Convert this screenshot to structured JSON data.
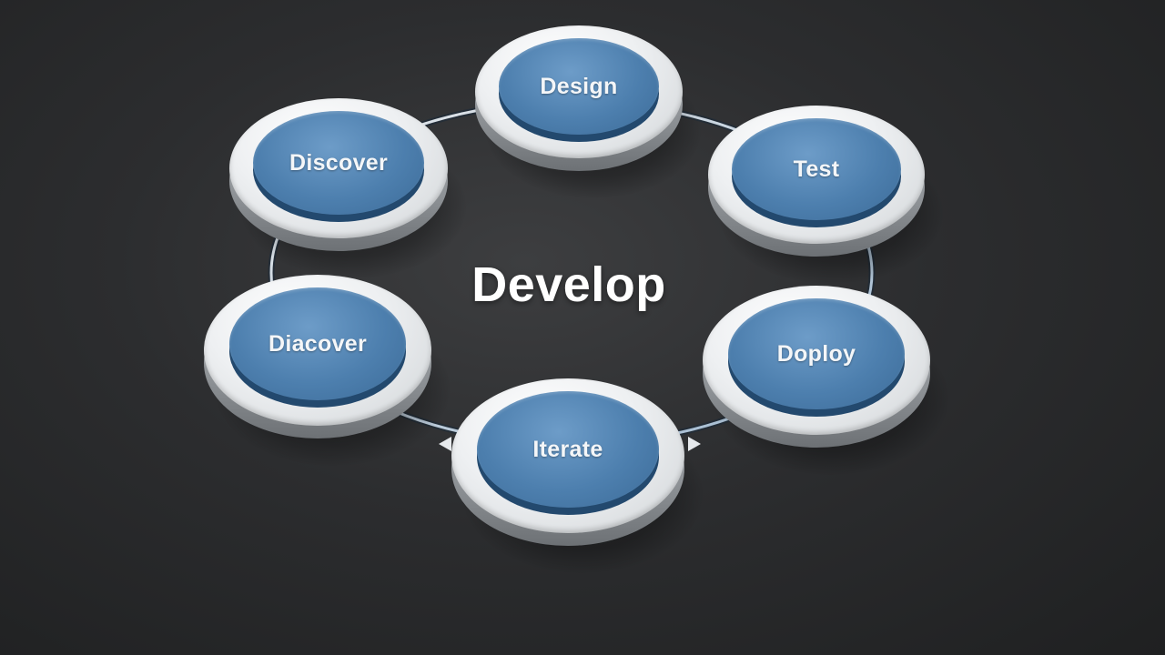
{
  "diagram": {
    "center_label": "Develop",
    "stages": [
      {
        "id": "design",
        "label": "Design"
      },
      {
        "id": "test",
        "label": "Test"
      },
      {
        "id": "deploy",
        "label": "Doploy"
      },
      {
        "id": "iterate",
        "label": "Iterate"
      },
      {
        "id": "diacover",
        "label": "Diacover"
      },
      {
        "id": "discover",
        "label": "Discover"
      }
    ],
    "colors": {
      "background": "#2c2d2f",
      "button_face": "#4d7fae",
      "button_side": "#23496e",
      "rim": "#eef0f2",
      "connector": "#c9ced3",
      "label_text": "#f4f6f8"
    }
  }
}
